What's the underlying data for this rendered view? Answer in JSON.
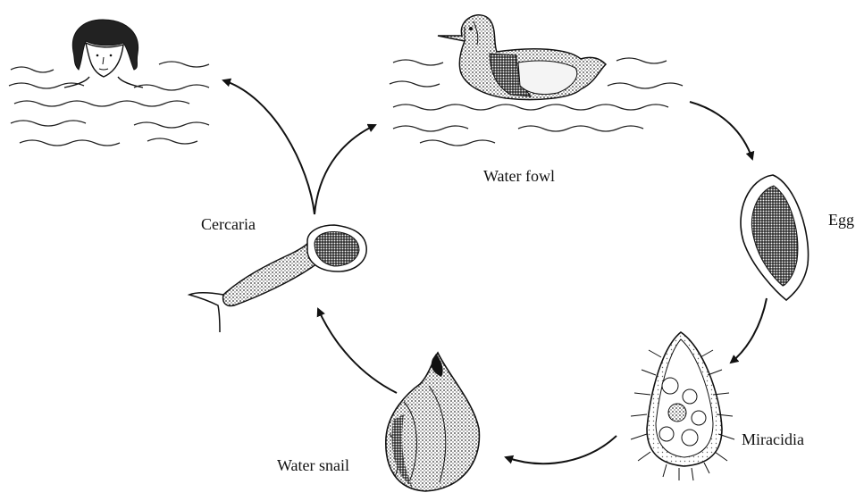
{
  "diagram": {
    "stages": {
      "water_fowl": "Water fowl",
      "egg": "Egg",
      "miracidia": "Miracidia",
      "water_snail": "Water snail",
      "cercaria": "Cercaria"
    },
    "colors": {
      "ink": "#111111",
      "stipple": "#555555",
      "background": "#ffffff"
    }
  }
}
